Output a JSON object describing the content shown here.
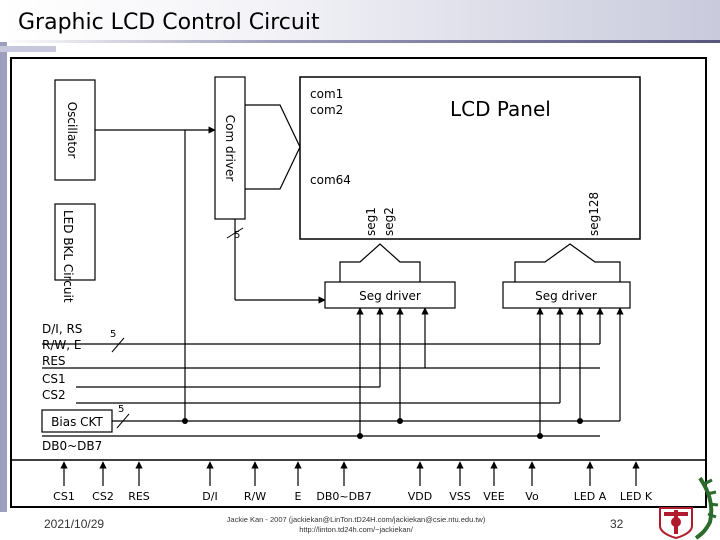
{
  "slide": {
    "title": "Graphic LCD Control Circuit",
    "date": "2021/10/29",
    "credit": "Jackie Kan - 2007 (jackiekan@LinTon.tD24H.com/jackiekan@csie.ntu.edu.tw) http://linton.td24h.com/~jackiekan/",
    "page_number": "32"
  },
  "diagram": {
    "blocks": {
      "oscillator": "Oscillator",
      "com_driver": "Com driver",
      "led_bkl_circuit": "LED BKL Circuit",
      "lcd_panel": "LCD Panel",
      "seg_driver_left": "Seg driver",
      "seg_driver_right": "Seg driver",
      "bias_ckt": "Bias CKT"
    },
    "panel_labels": {
      "com1": "com1",
      "com2": "com2",
      "com64": "com64",
      "seg1": "seg1",
      "seg2": "seg2",
      "seg128": "seg128"
    },
    "bus_widths": {
      "com_bus": "5",
      "control_bus": "5",
      "bias_bus": "5"
    },
    "signals_left": {
      "di_rs": "D/I, RS",
      "rw_e": "R/W, E",
      "res": "RES",
      "cs1": "CS1",
      "cs2": "CS2",
      "db": "DB0~DB7"
    },
    "pins": [
      "CS1",
      "CS2",
      "RES",
      "D/I",
      "R/W",
      "E",
      "DB0~DB7",
      "VDD",
      "VSS",
      "VEE",
      "Vo",
      "LED A",
      "LED K"
    ]
  }
}
